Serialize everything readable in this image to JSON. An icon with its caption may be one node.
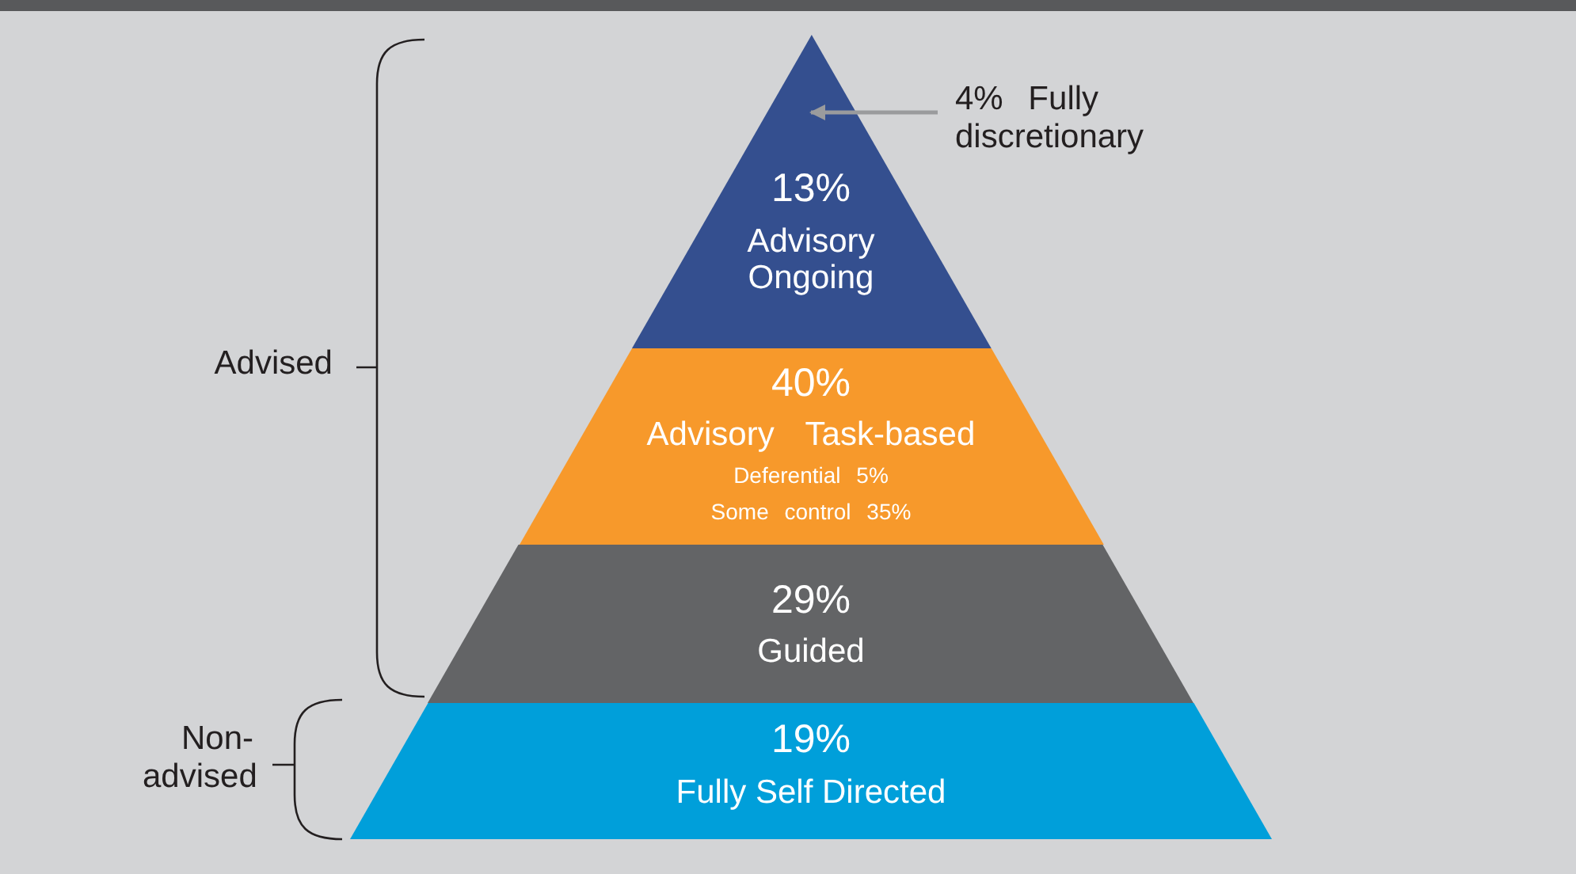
{
  "diagram": {
    "nodes": [
      {
        "text": [
          "13%",
          "Advisory Ongoing"
        ]
      },
      {
        "text": [
          "40%",
          "Advisory Task-based",
          "Deferential 5%",
          "Some control 35%"
        ]
      },
      {
        "text": [
          "29%",
          "Guided"
        ]
      },
      {
        "text": [
          "19%",
          "Fully Self Directed"
        ]
      },
      {
        "text": [
          "4% Fully discretionary"
        ]
      }
    ],
    "edges": [
      {
        "from": 4,
        "to": 0,
        "arrow": "to",
        "color": "#9a9b9d"
      }
    ],
    "labels": [
      "Advised",
      "Non-advised"
    ]
  }
}
